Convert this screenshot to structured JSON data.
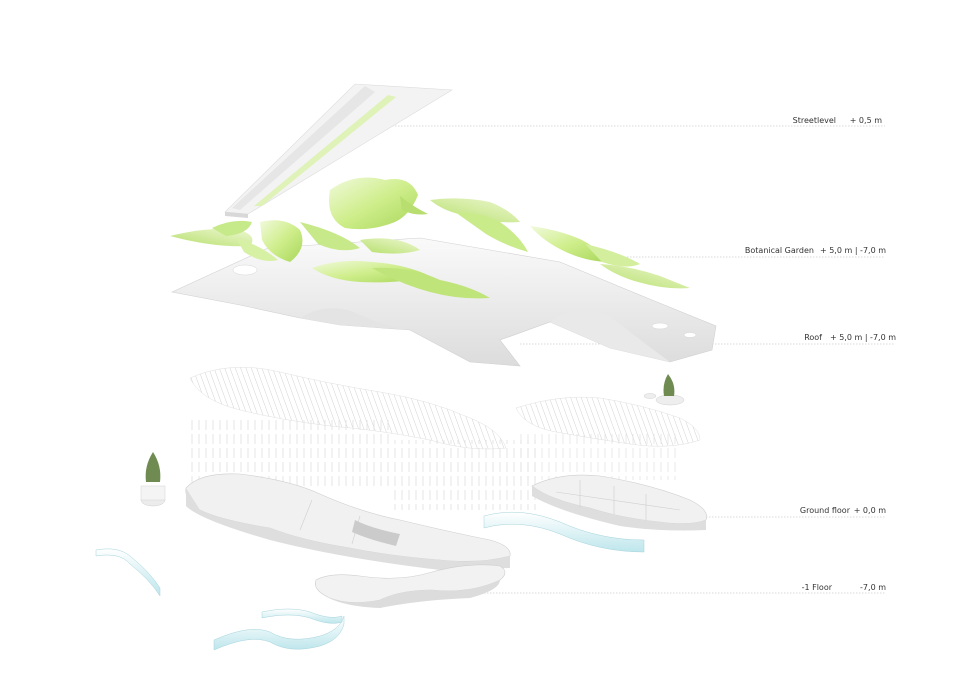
{
  "levels": [
    {
      "name": "Streetlevel",
      "elevation": "+ 0,5 m"
    },
    {
      "name": "Botanical Garden",
      "elevation": "+ 5,0 m  |  -7,0 m"
    },
    {
      "name": "Roof",
      "elevation": "+ 5,0 m  |  -7,0 m"
    },
    {
      "name": "Ground floor",
      "elevation": "+ 0,0 m"
    },
    {
      "name": "-1 Floor",
      "elevation": "-7,0 m"
    }
  ],
  "colors": {
    "garden_light": "#e8f7c2",
    "garden_mid": "#c9ec85",
    "garden_dark": "#a9d85a",
    "slab": "#f4f4f4",
    "slab_shadow": "#d6d6d6",
    "glass": "#b9e3ea",
    "leader": "#b5b5b5",
    "tree": "#5e7a45"
  }
}
